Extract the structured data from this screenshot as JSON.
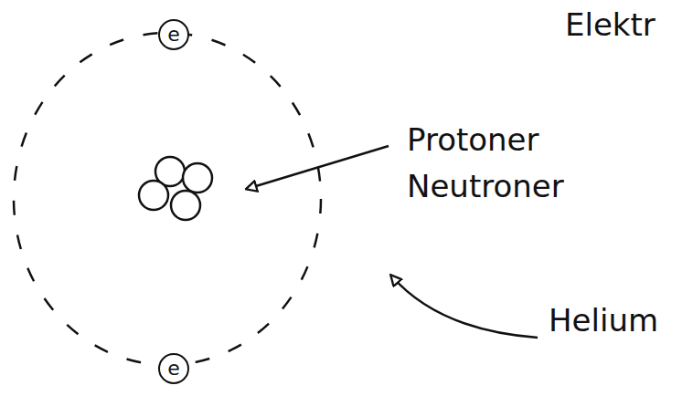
{
  "diagram": {
    "nodes": [
      {
        "text": [
          "e"
        ]
      },
      {
        "text": [
          "e"
        ]
      }
    ],
    "labels": [
      "Elektr",
      "Protoner Neutroner",
      "Helium"
    ]
  }
}
